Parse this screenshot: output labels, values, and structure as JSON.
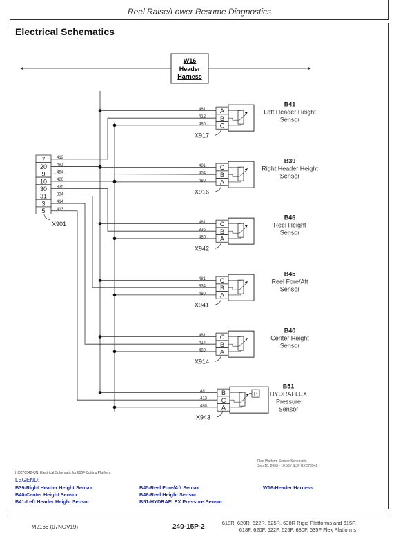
{
  "page": {
    "header_title": "Reel Raise/Lower Resume Diagnostics",
    "section_title": "Electrical Schematics"
  },
  "harness": {
    "id": "W16",
    "line1": "Header",
    "line2": "Harness"
  },
  "main_connector": {
    "id": "X901",
    "pins": [
      {
        "pin": "7",
        "wire": "412"
      },
      {
        "pin": "20",
        "wire": "481"
      },
      {
        "pin": "9",
        "wire": "454"
      },
      {
        "pin": "10",
        "wire": "480"
      },
      {
        "pin": "30",
        "wire": "835"
      },
      {
        "pin": "31",
        "wire": "834"
      },
      {
        "pin": "3",
        "wire": "414"
      },
      {
        "pin": "5",
        "wire": "413"
      }
    ]
  },
  "sensors": [
    {
      "connector": "X917",
      "id": "B41",
      "name_lines": [
        "Left Header Height",
        "Sensor"
      ],
      "wires": [
        "481",
        "412",
        "480"
      ],
      "pins": [
        "A",
        "B",
        "C"
      ],
      "type": "pot"
    },
    {
      "connector": "X916",
      "id": "B39",
      "name_lines": [
        "Right Header Height",
        "Sensor"
      ],
      "wires": [
        "481",
        "454",
        "480"
      ],
      "pins": [
        "C",
        "B",
        "A"
      ],
      "type": "pot"
    },
    {
      "connector": "X942",
      "id": "B46",
      "name_lines": [
        "Reel Height",
        "Sensor"
      ],
      "wires": [
        "481",
        "835",
        "480"
      ],
      "pins": [
        "C",
        "B",
        "A"
      ],
      "type": "pot"
    },
    {
      "connector": "X941",
      "id": "B45",
      "name_lines": [
        "Reel Fore/Aft",
        "Sensor"
      ],
      "wires": [
        "481",
        "834",
        "480"
      ],
      "pins": [
        "C",
        "B",
        "A"
      ],
      "type": "pot"
    },
    {
      "connector": "X914",
      "id": "B40",
      "name_lines": [
        "Center Height",
        "Sensor"
      ],
      "wires": [
        "481",
        "414",
        "480"
      ],
      "pins": [
        "C",
        "B",
        "A"
      ],
      "type": "pot"
    },
    {
      "connector": "X943",
      "id": "B51",
      "name_lines": [
        "HYDRAFLEX",
        "Pressure",
        "Sensor"
      ],
      "wires": [
        "481",
        "413",
        "480"
      ],
      "pins": [
        "B",
        "C",
        "A"
      ],
      "type": "pressure",
      "pressure_label": "P"
    }
  ],
  "stamp": {
    "line1": "Flex Platform Sensor Schematic",
    "line2": "Sep 18, 2003  -  10:53 / SLW  HXC78542"
  },
  "caption": "HXC78542-UN: Electrical Schematic for 600F Cutting Platform",
  "legend": {
    "title": "LEGEND:",
    "items": [
      "B39-Right Header Height Sensor",
      "B40-Center Height Sensor",
      "B41-Left Header Height Sensor",
      "B45-Reel Fore/Aft Sensor",
      "B46-Reel Height Sensor",
      "B51-HYDRAFLEX Pressure Sensor",
      "W16-Header Harness"
    ]
  },
  "footer": {
    "manual": "TM2166 (07NOV19)",
    "page": "240-15P-2",
    "models_line1": "618R, 620R, 622R, 625R, 630R Rigid Platforms and 615F,",
    "models_line2": "618F, 620F, 622F, 625F, 630F, 635F Flex Platforms"
  },
  "colors": {
    "legend_text": "#1a2a9c",
    "line": "#333333"
  }
}
